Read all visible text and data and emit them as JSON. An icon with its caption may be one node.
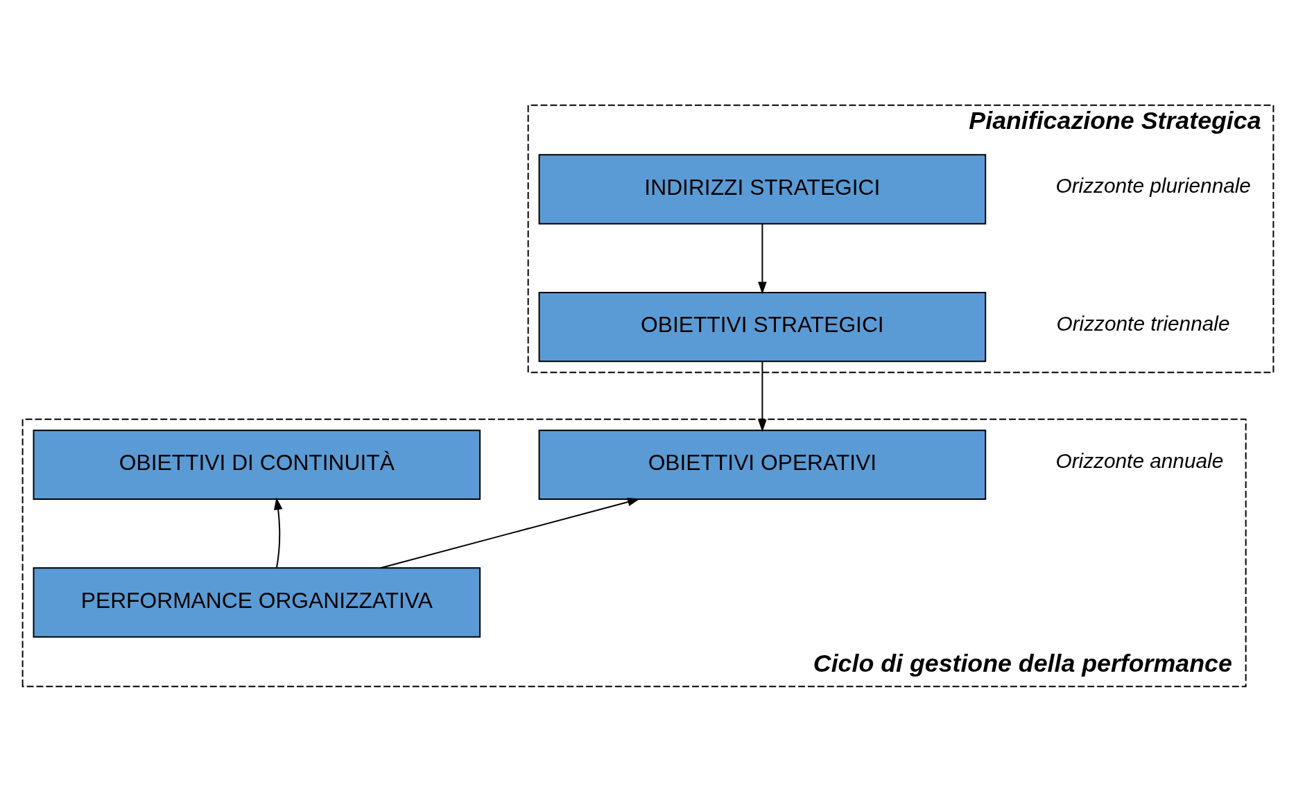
{
  "diagram": {
    "nodes": [
      {
        "text": [
          "Pianificazione Strategica"
        ]
      },
      {
        "text": [
          "INDIRIZZI STRATEGICI"
        ],
        "in": 0,
        "beside": [
          "Orizzonte pluriennale"
        ]
      },
      {
        "text": [
          "OBIETTIVI STRATEGICI"
        ],
        "in": 0,
        "beside": [
          "Orizzonte triennale"
        ]
      },
      {
        "text": [
          "Ciclo di gestione della performance"
        ]
      },
      {
        "text": [
          "OBIETTIVI DI CONTINUITÀ"
        ],
        "in": 3
      },
      {
        "text": [
          "OBIETTIVI OPERATIVI"
        ],
        "in": 3,
        "beside": [
          "Orizzonte annuale"
        ]
      },
      {
        "text": [
          "PERFORMANCE ORGANIZZATIVA"
        ],
        "in": 3
      }
    ],
    "edges": [
      {
        "from": 1,
        "to": 2,
        "arrow": "to"
      },
      {
        "from": 2,
        "to": 5,
        "arrow": "to"
      },
      {
        "from": 6,
        "to": 4,
        "arrow": "to"
      },
      {
        "from": 6,
        "to": 5,
        "arrow": "to"
      }
    ]
  }
}
